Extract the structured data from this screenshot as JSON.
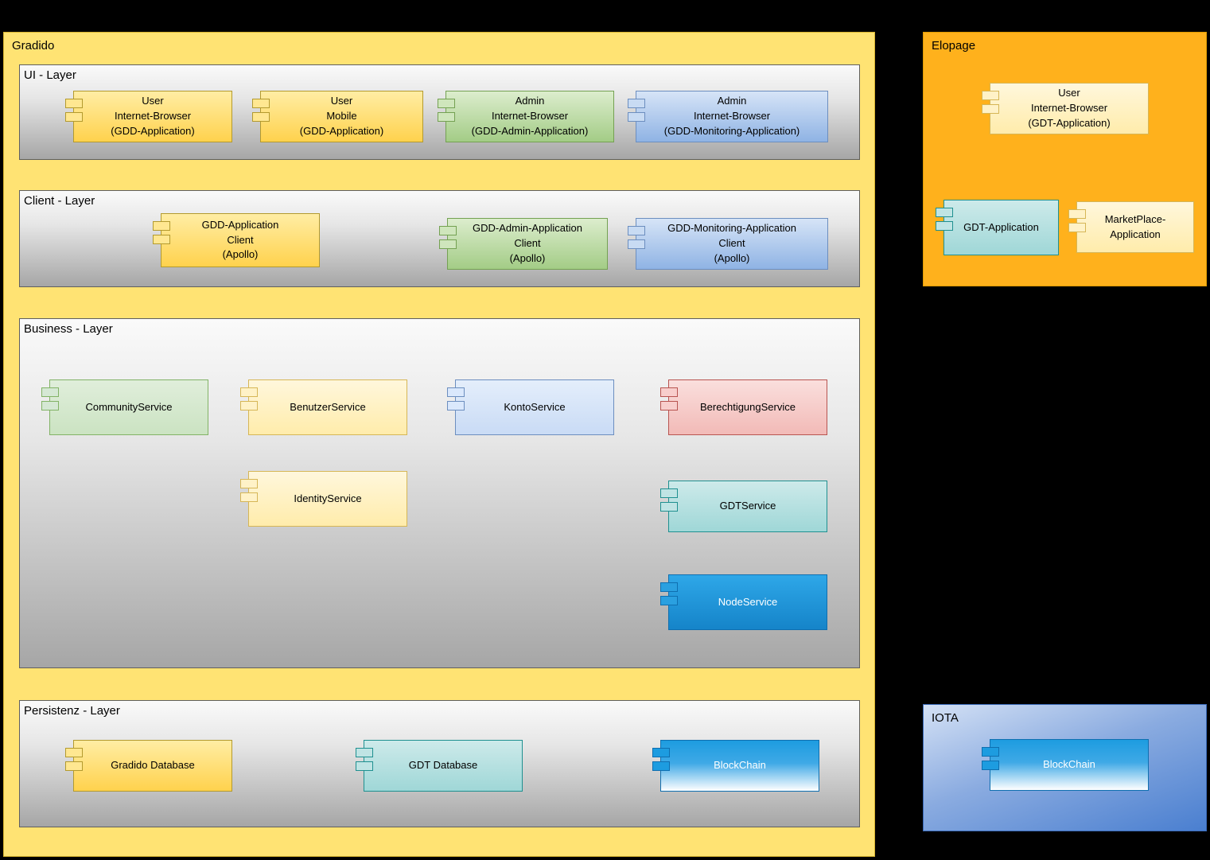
{
  "palette": {
    "background": "#000000",
    "gradido_fill": "#ffe373",
    "elopage_fill": "#ffb11c",
    "layer_gray_top": "#fafafa",
    "layer_gray_bottom": "#a6a6a6",
    "yellow_component": "#ffd24d",
    "cream_component": "#fff2cc",
    "green_component": "#a3cc86",
    "green_light_component": "#d5e8d4",
    "blue_component": "#8fb3e4",
    "light_blue_component": "#dae8fc",
    "pink_component": "#f8cecc",
    "teal_component": "#a2d8d8",
    "bright_blue_component": "#1e9ce2",
    "iota_fill_top": "#d4e1f5",
    "iota_fill_bottom": "#4a7fd0"
  },
  "gradido": {
    "title": "Gradido",
    "layers": {
      "ui": {
        "title": "UI - Layer",
        "components": [
          {
            "label": "User\nInternet-Browser\n(GDD-Application)"
          },
          {
            "label": "User\nMobile\n(GDD-Application)"
          },
          {
            "label": "Admin\nInternet-Browser\n(GDD-Admin-Application)"
          },
          {
            "label": "Admin\nInternet-Browser\n(GDD-Monitoring-Application)"
          }
        ]
      },
      "client": {
        "title": "Client - Layer",
        "components": [
          {
            "label": "GDD-Application\nClient\n(Apollo)"
          },
          {
            "label": "GDD-Admin-Application\nClient\n(Apollo)"
          },
          {
            "label": "GDD-Monitoring-Application\nClient\n(Apollo)"
          }
        ]
      },
      "business": {
        "title": "Business - Layer",
        "components": [
          {
            "label": "CommunityService"
          },
          {
            "label": "BenutzerService"
          },
          {
            "label": "KontoService"
          },
          {
            "label": "BerechtigungService"
          },
          {
            "label": "IdentityService"
          },
          {
            "label": "GDTService"
          },
          {
            "label": "NodeService"
          }
        ]
      },
      "persistenz": {
        "title": "Persistenz - Layer",
        "components": [
          {
            "label": "Gradido Database"
          },
          {
            "label": "GDT Database"
          },
          {
            "label": "BlockChain"
          }
        ]
      }
    }
  },
  "elopage": {
    "title": "Elopage",
    "components": [
      {
        "label": "User\nInternet-Browser\n(GDT-Application)"
      },
      {
        "label": "GDT-Application"
      },
      {
        "label": "MarketPlace-\nApplication"
      }
    ]
  },
  "iota": {
    "title": "IOTA",
    "components": [
      {
        "label": "BlockChain"
      }
    ]
  }
}
